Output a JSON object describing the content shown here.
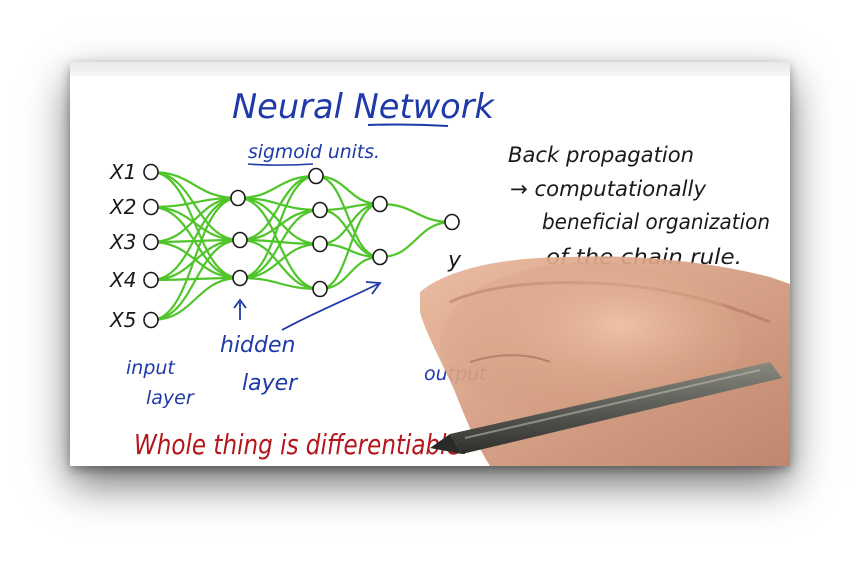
{
  "title": "Neural Network",
  "sigmoid_label": "sigmoid units.",
  "inputs": [
    "X1",
    "X2",
    "X3",
    "X4",
    "X5"
  ],
  "input_label": [
    "input",
    "layer"
  ],
  "hidden_label": [
    "hidden",
    "layer"
  ],
  "output_label": "output",
  "output_var": "y",
  "notes": [
    "Back propagation",
    "→ computationally",
    "beneficial organization",
    "of the chain rule."
  ],
  "bottom_note": "Whole thing is differentiable!",
  "colors": {
    "blue_ink": "#1f3aa8",
    "black_ink": "#1a1a1a",
    "green_ink": "#4fc52a",
    "red_ink": "#b3161b"
  }
}
